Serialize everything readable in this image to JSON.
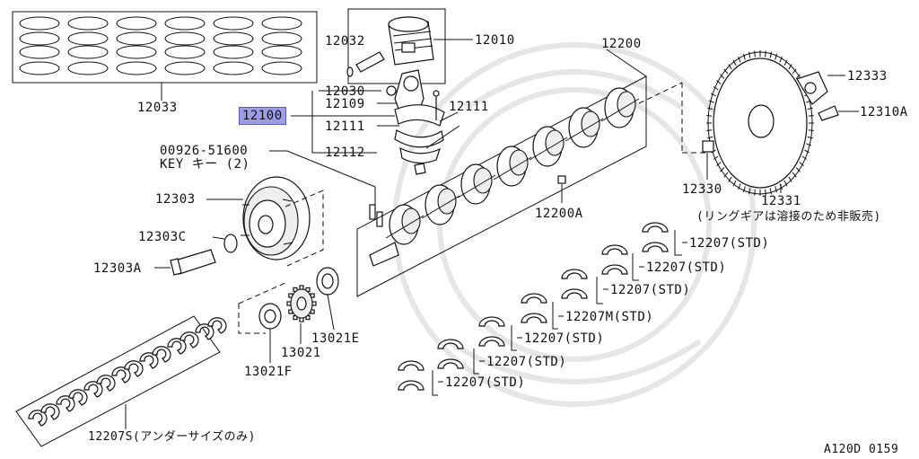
{
  "diagram": {
    "highlight_color": "#9d9de6",
    "code": "A120D 0159",
    "parts": [
      {
        "id": "p12033",
        "text": "12033"
      },
      {
        "id": "p12032",
        "text": "12032"
      },
      {
        "id": "p12010",
        "text": "12010"
      },
      {
        "id": "p12030",
        "text": "12030"
      },
      {
        "id": "p12109",
        "text": "12109"
      },
      {
        "id": "p12100",
        "text": "12100",
        "highlighted": true
      },
      {
        "id": "p12111a",
        "text": "12111"
      },
      {
        "id": "p12111b",
        "text": "12111"
      },
      {
        "id": "p12112",
        "text": "12112"
      },
      {
        "id": "p00926",
        "text": "00926-51600"
      },
      {
        "id": "pkey",
        "text": "KEY  キー (2)"
      },
      {
        "id": "p12303",
        "text": "12303"
      },
      {
        "id": "p12303C",
        "text": "12303C"
      },
      {
        "id": "p12303A",
        "text": "12303A"
      },
      {
        "id": "p12200",
        "text": "12200"
      },
      {
        "id": "p12200A",
        "text": "12200A"
      },
      {
        "id": "p12333",
        "text": "12333"
      },
      {
        "id": "p12310A",
        "text": "12310A"
      },
      {
        "id": "p12330",
        "text": "12330"
      },
      {
        "id": "p12331",
        "text": "12331"
      },
      {
        "id": "p12331note",
        "text": "(リングギアは溶接のため非販売)"
      },
      {
        "id": "b1",
        "text": "12207(STD)"
      },
      {
        "id": "b2",
        "text": "12207(STD)"
      },
      {
        "id": "b3",
        "text": "12207(STD)"
      },
      {
        "id": "b4",
        "text": "12207M(STD)"
      },
      {
        "id": "b5",
        "text": "12207(STD)"
      },
      {
        "id": "b6",
        "text": "12207(STD)"
      },
      {
        "id": "b7",
        "text": "12207(STD)"
      },
      {
        "id": "p13021",
        "text": "13021"
      },
      {
        "id": "p13021E",
        "text": "13021E"
      },
      {
        "id": "p13021F",
        "text": "13021F"
      },
      {
        "id": "p12207S",
        "text": "12207S(アンダーサイズのみ)"
      }
    ]
  }
}
